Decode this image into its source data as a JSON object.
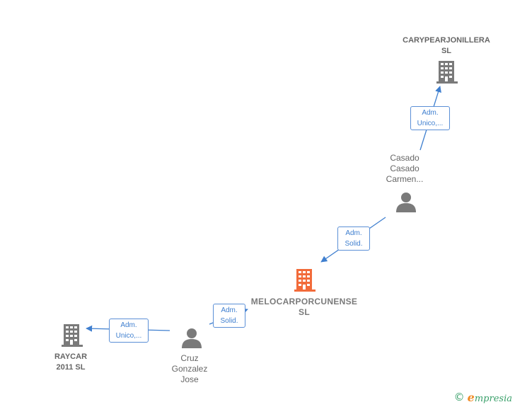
{
  "nodes": {
    "carypear": {
      "type": "company",
      "lines": [
        "CARYPEARJONILLERA",
        "SL"
      ]
    },
    "casado": {
      "type": "person",
      "lines": [
        "Casado",
        "Casado",
        "Carmen..."
      ]
    },
    "melocar": {
      "type": "company-main",
      "lines": [
        "MELOCARPORCUNENSE",
        "SL"
      ]
    },
    "cruz": {
      "type": "person",
      "lines": [
        "Cruz",
        "Gonzalez",
        "Jose"
      ]
    },
    "raycar": {
      "type": "company",
      "lines": [
        "RAYCAR",
        "2011 SL"
      ]
    }
  },
  "edges": [
    {
      "from": "casado",
      "to": "carypear",
      "lines": [
        "Adm.",
        "Unico,..."
      ]
    },
    {
      "from": "casado",
      "to": "melocar",
      "lines": [
        "Adm.",
        "Solid."
      ]
    },
    {
      "from": "cruz",
      "to": "melocar",
      "lines": [
        "Adm.",
        "Solid."
      ]
    },
    {
      "from": "cruz",
      "to": "raycar",
      "lines": [
        "Adm.",
        "Unico,..."
      ]
    }
  ],
  "footer": {
    "copyright": "©",
    "brand_initial": "e",
    "brand_rest": "mpresia"
  },
  "colors": {
    "company_icon": "#7a7a7a",
    "main_company_icon": "#f26b3a",
    "person_icon": "#7a7a7a",
    "edge": "#3f7fcf",
    "edge_box_border": "#5b8fd6",
    "label_text": "#666666",
    "brand": "#3aa06a",
    "brand_accent": "#f08a24"
  },
  "icons": {
    "company": "building-icon",
    "person": "person-icon"
  }
}
